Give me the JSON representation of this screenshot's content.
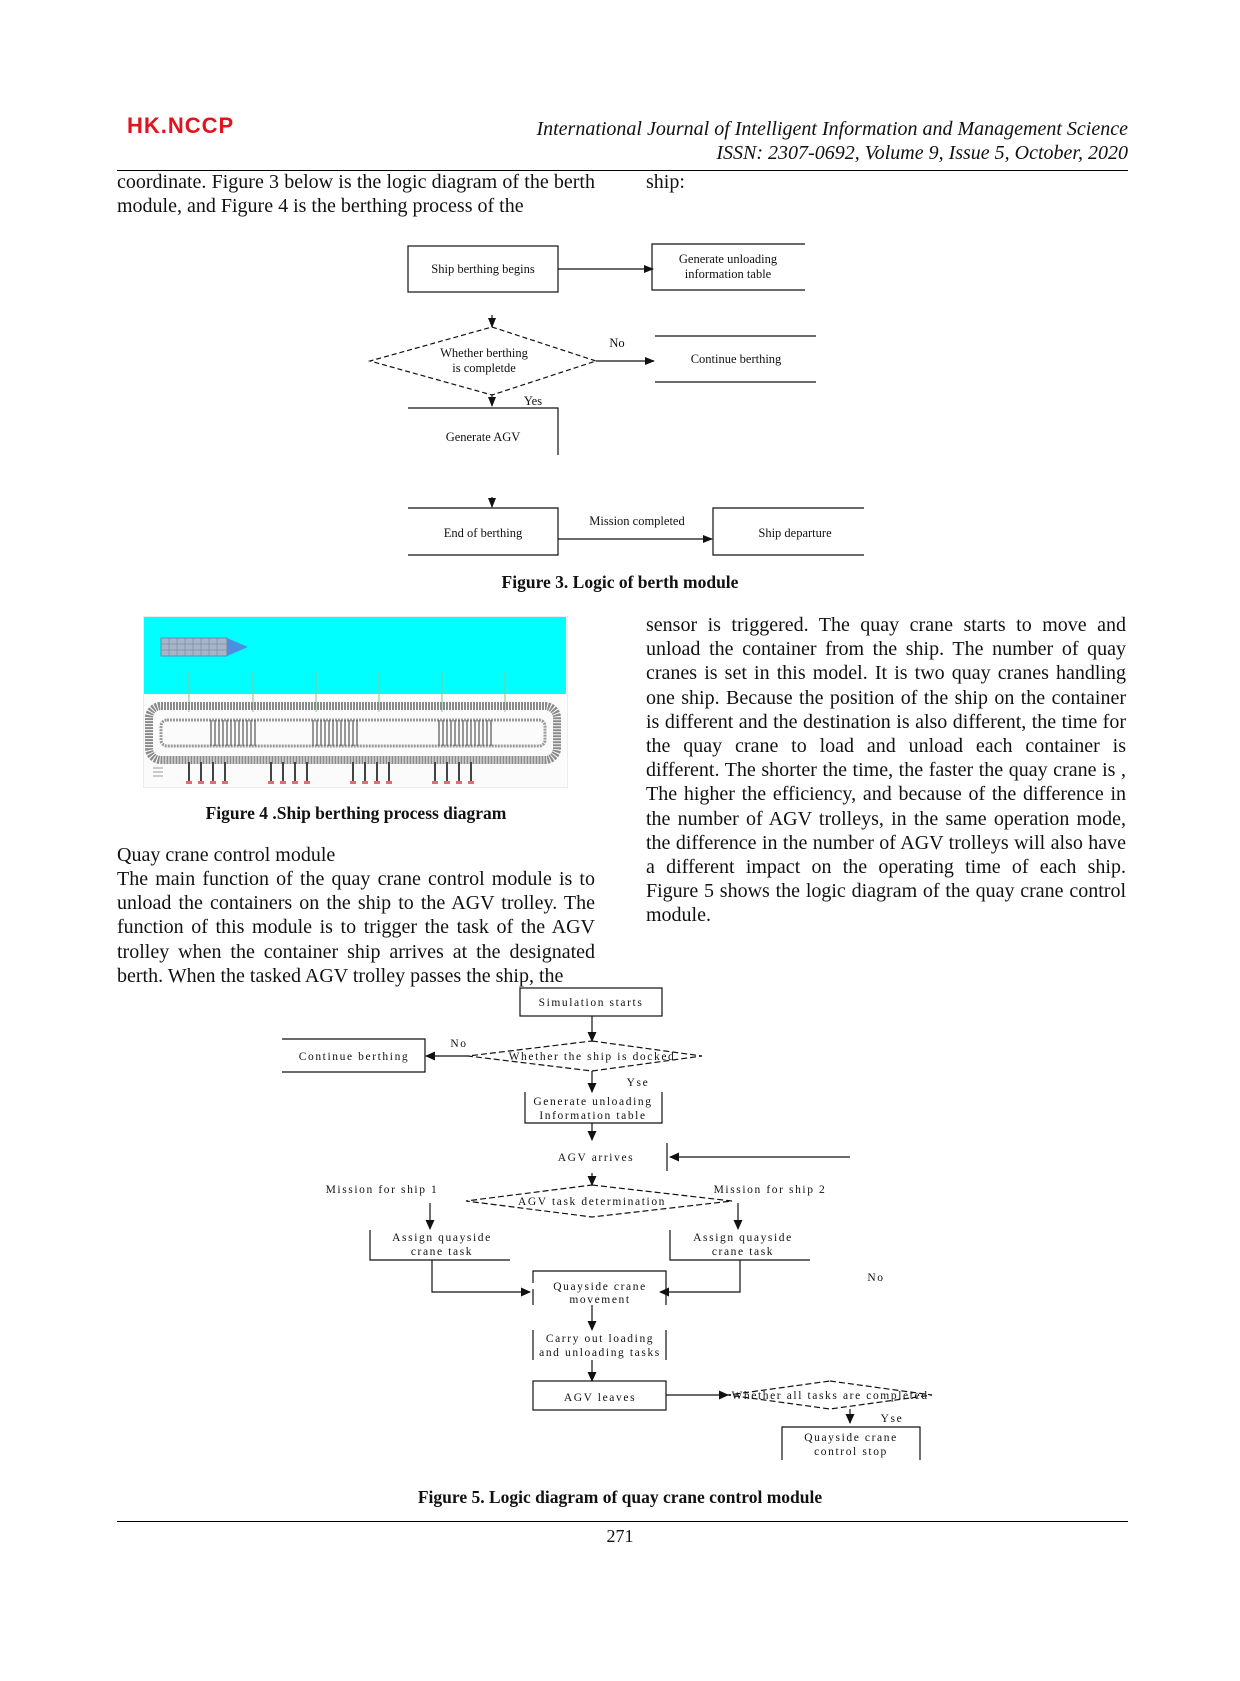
{
  "header": {
    "logo": "HK.NCCP",
    "journal": "International Journal of Intelligent Information and Management Science",
    "issn": "ISSN: 2307-0692, Volume 9, Issue 5, October, 2020"
  },
  "body": {
    "para1_left": "coordinate. Figure 3 below is the logic diagram of the berth module, and Figure 4 is the berthing process of the",
    "para1_right": "ship:",
    "para2_right": "sensor is triggered. The quay crane starts to move and unload the container from the ship. The number of quay cranes is set in this model. It is two quay cranes handling one ship. Because the position of the ship on the container is different and the destination is also different, the time for the quay crane to load and unload each container is different. The shorter the time, the faster the quay crane is , The higher the efficiency, and because of the difference in the number of AGV trolleys, in the same operation mode, the difference in the number of AGV trolleys will also have a different impact on the operating time of each ship. Figure 5 shows the logic diagram of the quay crane control module.",
    "section_title": "Quay crane control module",
    "para3_left": "The main function of the quay crane control module is to unload the containers on the ship to the AGV trolley. The function of this module is to trigger the task of the AGV trolley when the container ship arrives at the designated berth. When the tasked AGV trolley passes the ship, the"
  },
  "figure3": {
    "caption": "Figure 3. Logic of berth module",
    "nodes": {
      "begin": "Ship berthing begins",
      "table_l1": "Generate unloading",
      "table_l2": "information table",
      "decision_l1": "Whether berthing",
      "decision_l2": "is completde",
      "no": "No",
      "continue": "Continue berthing",
      "yes": "Yes",
      "agv": "Generate AGV",
      "end": "End of berthing",
      "mission": "Mission completed",
      "departure": "Ship departure"
    }
  },
  "figure4": {
    "caption": "Figure 4 .Ship berthing process diagram"
  },
  "figure5": {
    "caption": "Figure 5. Logic diagram of quay crane control module",
    "nodes": {
      "start": "Simulation starts",
      "no1": "No",
      "continue": "Continue berthing",
      "docked": "Whether the ship is docked",
      "yse1": "Yse",
      "gen_l1": "Generate unloading",
      "gen_l2": "Information table",
      "agv_arrives": "AGV arrives",
      "mission1": "Mission for ship 1",
      "mission2": "Mission for ship 2",
      "task_det": "AGV task determination",
      "assign1_l1": "Assign quayside",
      "assign1_l2": "crane task",
      "assign2_l1": "Assign quayside",
      "assign2_l2": "crane task",
      "no2": "No",
      "movement_l1": "Quayside crane",
      "movement_l2": "movement",
      "carry_l1": "Carry out loading",
      "carry_l2": "and unloading tasks",
      "agv_leaves": "AGV leaves",
      "all_done": "Whether all tasks are completed",
      "yse2": "Yse",
      "stop_l1": "Quayside crane",
      "stop_l2": "control stop"
    }
  },
  "footer": {
    "page": "271"
  },
  "colors": {
    "logo": "#e0141d",
    "water": "#00ffff",
    "berth_track": "#8a8a8a"
  }
}
